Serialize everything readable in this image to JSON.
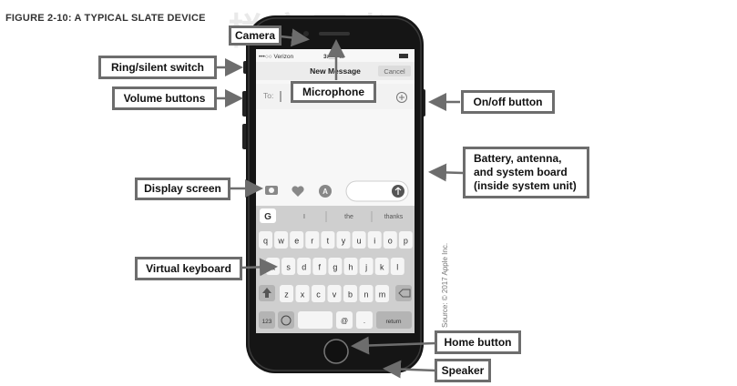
{
  "figure": {
    "title": "FIGURE 2-10: A TYPICAL SLATE DEVICE",
    "watermark": "栏章图书",
    "credit": "Source: © 2017 Apple Inc."
  },
  "labels": {
    "camera": "Camera",
    "ring_switch": "Ring/silent switch",
    "volume": "Volume buttons",
    "microphone": "Microphone",
    "onoff": "On/off button",
    "battery_1": "Battery, antenna,",
    "battery_2": "and system board",
    "battery_3": "(inside system unit)",
    "display": "Display screen",
    "keyboard": "Virtual keyboard",
    "home": "Home button",
    "speaker": "Speaker"
  },
  "screen": {
    "carrier": "•••○○ Verizon",
    "time": "3:__PM",
    "title": "New Message",
    "cancel": "Cancel",
    "to_label": "To:",
    "suggestions": [
      "I",
      "the",
      "thanks"
    ],
    "row1": [
      "q",
      "w",
      "e",
      "r",
      "t",
      "y",
      "u",
      "i",
      "o",
      "p"
    ],
    "row2": [
      "a",
      "s",
      "d",
      "f",
      "g",
      "h",
      "j",
      "k",
      "l"
    ],
    "row3": [
      "z",
      "x",
      "c",
      "v",
      "b",
      "n",
      "m"
    ],
    "key_123": "123",
    "key_at": "@",
    "key_dot": ".",
    "key_return": "return"
  },
  "colors": {
    "callout_border": "#6d6d6d",
    "phone_body": "#151515",
    "arrow": "#6d6d6d"
  }
}
